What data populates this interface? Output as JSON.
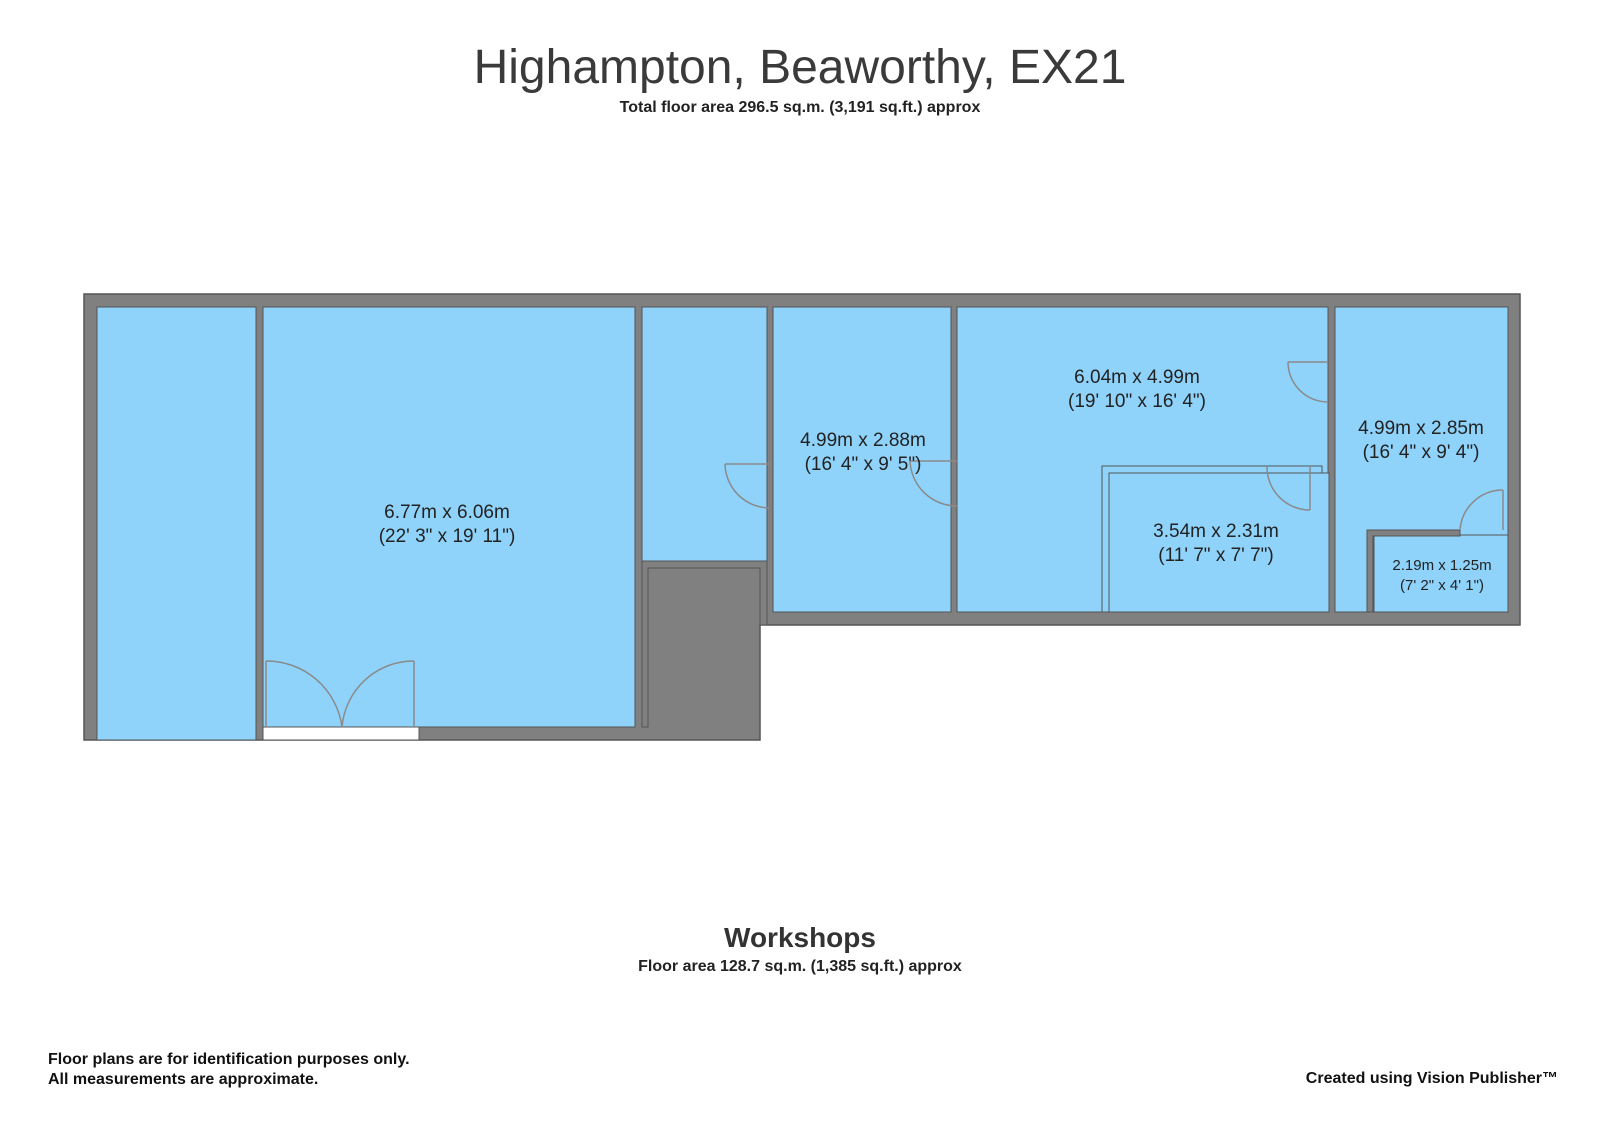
{
  "header": {
    "title": "Highampton, Beaworthy, EX21",
    "total_area": "Total floor area 296.5 sq.m. (3,191 sq.ft.) approx"
  },
  "floor": {
    "name": "Workshops",
    "area": "Floor area 128.7 sq.m. (1,385 sq.ft.) approx"
  },
  "rooms": [
    {
      "metric": "6.77m x 6.06m",
      "imperial": "(22' 3\" x 19' 11\")"
    },
    {
      "metric": "4.99m x 2.88m",
      "imperial": "(16' 4\" x 9' 5\")"
    },
    {
      "metric": "6.04m x 4.99m",
      "imperial": "(19' 10\" x 16' 4\")"
    },
    {
      "metric": "4.99m x 2.85m",
      "imperial": "(16' 4\" x 9' 4\")"
    },
    {
      "metric": "3.54m x 2.31m",
      "imperial": "(11' 7\" x 7' 7\")"
    },
    {
      "metric": "2.19m x 1.25m",
      "imperial": "(7' 2\" x 4' 1\")"
    }
  ],
  "footer": {
    "disclaimer_line1": "Floor plans are for identification purposes only.",
    "disclaimer_line2": "All measurements are approximate.",
    "credit": "Created using Vision Publisher™"
  },
  "colors": {
    "room_fill": "#8fd3fb",
    "wall": "#808080",
    "wall_outline": "#555555",
    "door": "#8a8a8a"
  }
}
